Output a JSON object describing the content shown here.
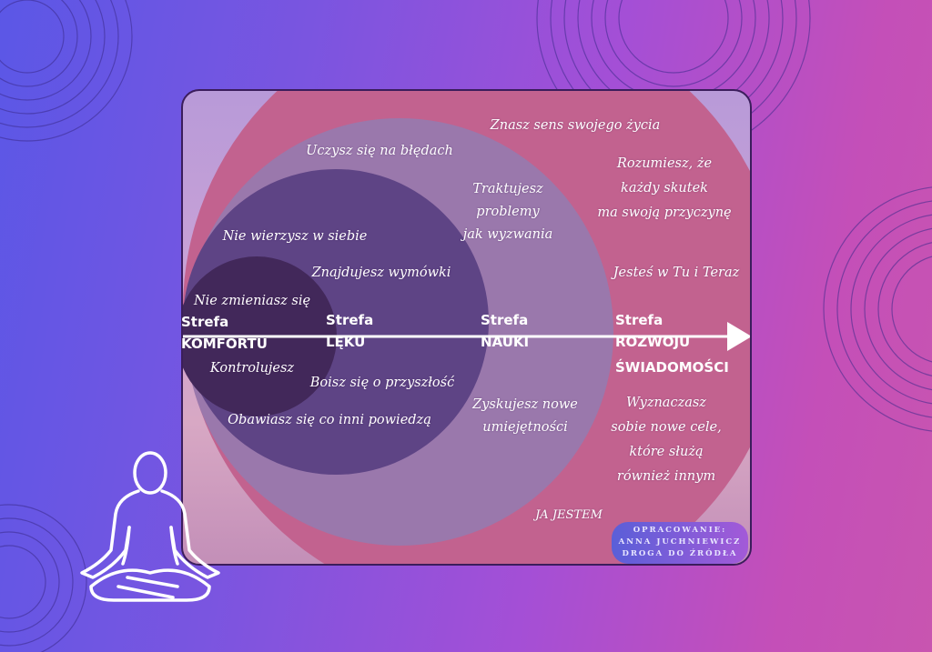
{
  "zones": [
    {
      "label1": "Strefa",
      "label2": "KOMFORTU"
    },
    {
      "label1": "Strefa",
      "label2": "LĘKU"
    },
    {
      "label1": "Strefa",
      "label2": "NAUKI"
    },
    {
      "label1": "Strefa",
      "label2": "ROZWOJU",
      "label3": "ŚWIADOMOŚCI"
    }
  ],
  "komfort": [
    "Nie zmieniasz się",
    "Kontrolujesz"
  ],
  "lek": [
    "Nie wierzysz w siebie",
    "Znajdujesz wymówki",
    "Boisz się o przyszłość",
    "Obawiasz się co inni powiedzą"
  ],
  "nauka": [
    "Uczysz się na błędach",
    "Traktujesz",
    "problemy",
    "jak wyzwania",
    "Zyskujesz nowe",
    "umiejętności"
  ],
  "rozwoj": [
    "Znasz sens swojego życia",
    "Rozumiesz, że",
    "każdy skutek",
    "ma swoją przyczynę",
    "Jesteś w Tu i Teraz",
    "Wyznaczasz",
    "sobie nowe cele,",
    "które służą",
    "również innym"
  ],
  "ja_jestem": "JA JESTEM",
  "credit": [
    "OPRACOWANIE:",
    "ANNA JUCHNIEWICZ",
    "DROGA DO ŹRÓDŁA"
  ],
  "colors": {
    "rozwoj": "#c2628f",
    "nauka": "#9a78ac",
    "lek": "#5e4485",
    "komfort": "#42285a"
  }
}
